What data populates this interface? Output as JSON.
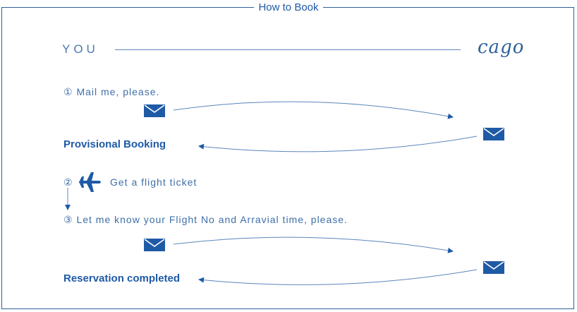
{
  "title": "How to Book",
  "you_label": "YOU",
  "brand": "cago",
  "steps": {
    "step1": "① Mail me, please.",
    "provisional": "Provisional Booking",
    "step2": "② ",
    "flight": "Get a flight ticket",
    "step3": "③ Let me know your Flight No and Arravial time, please.",
    "completed": "Reservation completed"
  },
  "colors": {
    "primary": "#1f5aa6",
    "line": "#5b86bd"
  },
  "icons": [
    "envelope-icon",
    "airplane-icon"
  ]
}
